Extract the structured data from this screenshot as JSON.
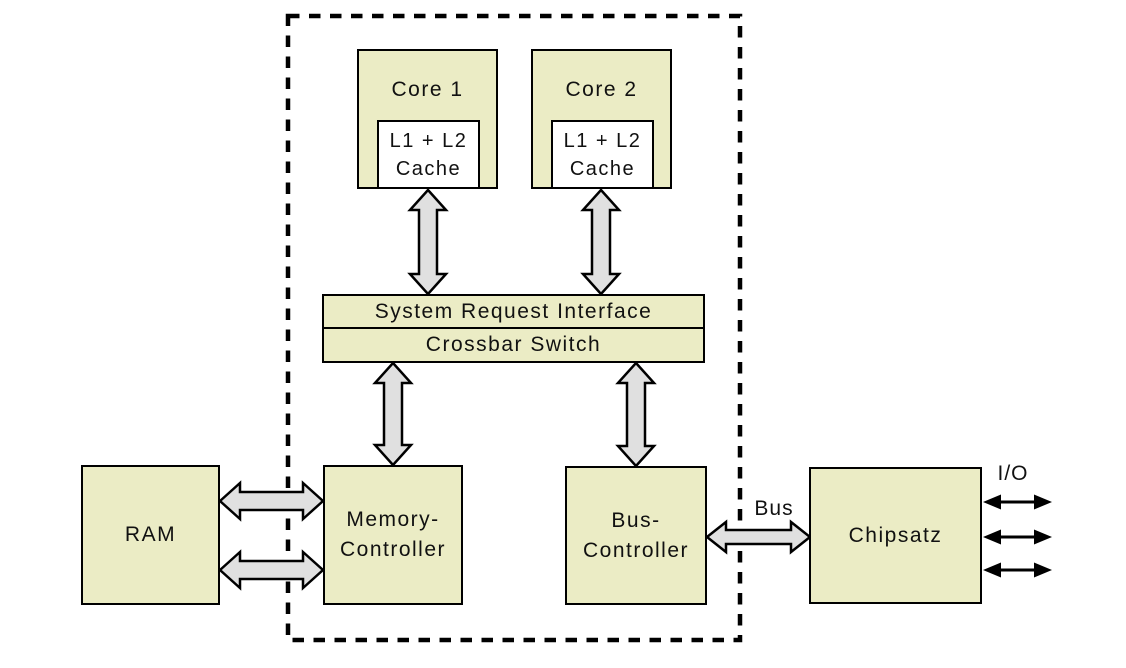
{
  "colors": {
    "box_fill": "#ebecc5",
    "cache_fill": "#ffffff",
    "arrow_fill": "#e0e0e0",
    "border": "#000000",
    "background": "#ffffff"
  },
  "nodes": {
    "core1": {
      "label": "Core 1",
      "cache_line1": "L1 + L2",
      "cache_line2": "Cache"
    },
    "core2": {
      "label": "Core 2",
      "cache_line1": "L1 + L2",
      "cache_line2": "Cache"
    },
    "system_request_interface": {
      "label": "System Request Interface"
    },
    "crossbar_switch": {
      "label": "Crossbar Switch"
    },
    "ram": {
      "label": "RAM"
    },
    "memory_controller": {
      "line1": "Memory-",
      "line2": "Controller"
    },
    "bus_controller": {
      "line1": "Bus-",
      "line2": "Controller"
    },
    "chipsatz": {
      "label": "Chipsatz"
    }
  },
  "edge_labels": {
    "bus": "Bus",
    "io": "I/O"
  },
  "connections": [
    {
      "from": "core1-cache",
      "to": "system_request_interface",
      "type": "bidirectional-block-arrow"
    },
    {
      "from": "core2-cache",
      "to": "system_request_interface",
      "type": "bidirectional-block-arrow"
    },
    {
      "from": "crossbar_switch",
      "to": "memory_controller",
      "type": "bidirectional-block-arrow"
    },
    {
      "from": "crossbar_switch",
      "to": "bus_controller",
      "type": "bidirectional-block-arrow"
    },
    {
      "from": "ram",
      "to": "memory_controller",
      "type": "bidirectional-block-arrow"
    },
    {
      "from": "ram",
      "to": "memory_controller",
      "type": "bidirectional-block-arrow"
    },
    {
      "from": "bus_controller",
      "to": "chipsatz",
      "type": "bidirectional-block-arrow",
      "label": "Bus"
    },
    {
      "from": "chipsatz",
      "to": "io",
      "type": "thin-bidirectional-arrow"
    },
    {
      "from": "chipsatz",
      "to": "io",
      "type": "thin-bidirectional-arrow"
    },
    {
      "from": "chipsatz",
      "to": "io",
      "type": "thin-bidirectional-arrow"
    }
  ]
}
